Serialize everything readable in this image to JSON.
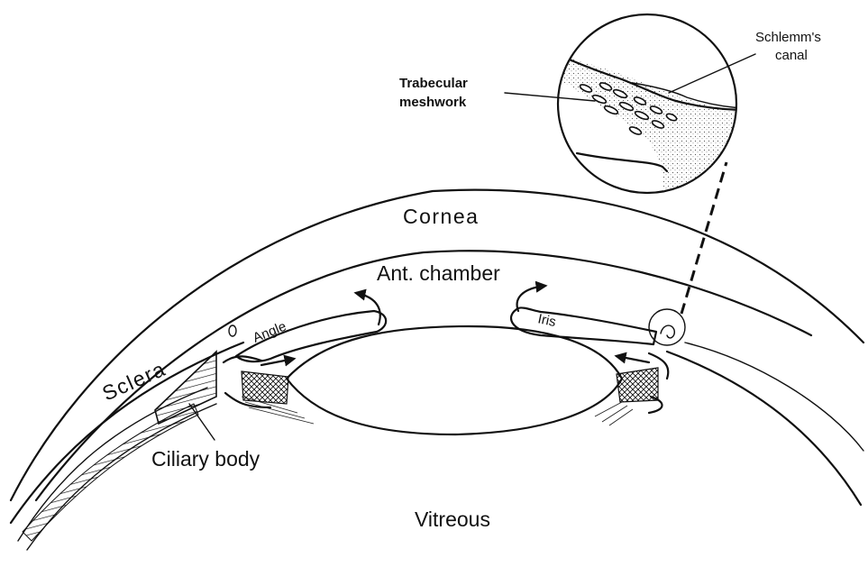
{
  "labels": {
    "cornea": "Cornea",
    "ant_chamber": "Ant. chamber",
    "angle": "Angle",
    "iris": "Iris",
    "sclera": "Sclera",
    "ciliary_body": "Ciliary body",
    "vitreous": "Vitreous",
    "trabecular_line1": "Trabecular",
    "trabecular_line2": "meshwork",
    "schlemm_line1": "Schlemm's",
    "schlemm_line2": "canal"
  }
}
